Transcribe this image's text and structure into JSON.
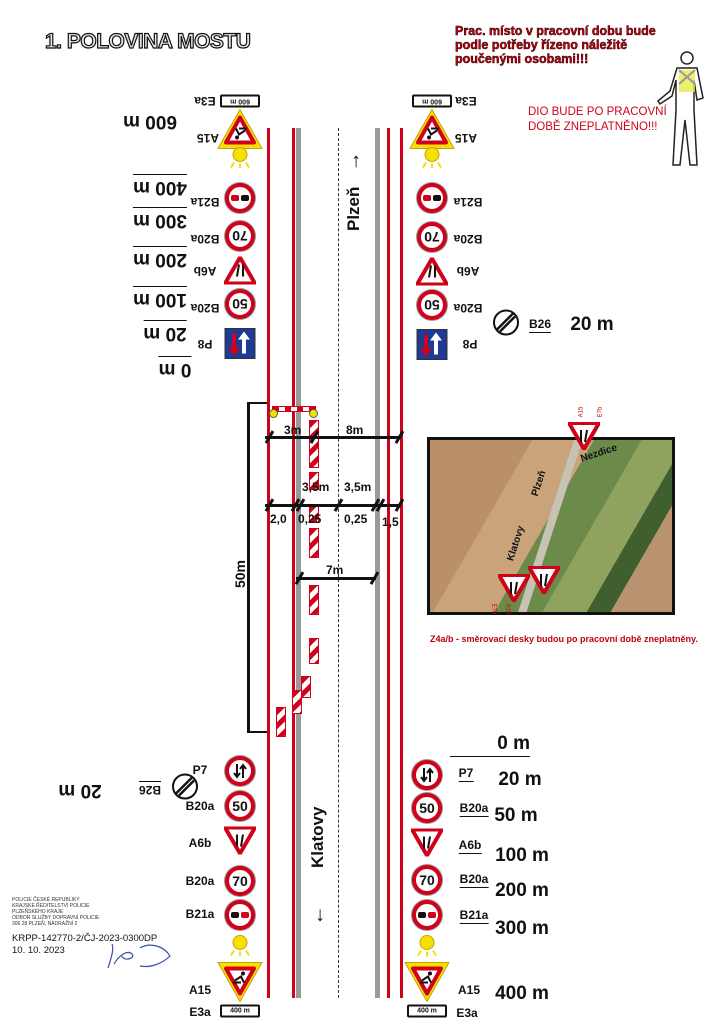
{
  "title": "1. POLOVINA MOSTU",
  "notice_red": "Prac. místo v pracovní dobu bude podle potřeby řízeno náležitě poučenými osobami!!!",
  "notice_dio": [
    "DIO BUDE PO PRACOVNÍ",
    "DOBĚ ZNEPLATNĚNO!!!"
  ],
  "top_left": {
    "e3a": {
      "code": "E3a",
      "value": "600 m"
    },
    "a15": {
      "code": "A15",
      "distance": "600 m"
    },
    "signs": [
      {
        "code": "B21a",
        "distance": "400 m"
      },
      {
        "code": "B20a",
        "speed": "70",
        "distance": "300 m"
      },
      {
        "code": "A6b",
        "distance": "200 m"
      },
      {
        "code": "B20a",
        "speed": "50",
        "distance": "100 m"
      },
      {
        "code": "P8",
        "distance": "20 m"
      }
    ],
    "zero": "0 m"
  },
  "top_right": {
    "e3a": {
      "code": "E3a",
      "value": "600 m"
    },
    "a15": {
      "code": "A15"
    },
    "signs": [
      {
        "code": "B21a"
      },
      {
        "code": "B20a",
        "speed": "70"
      },
      {
        "code": "A6b"
      },
      {
        "code": "B20a",
        "speed": "50"
      },
      {
        "code": "P8"
      }
    ],
    "b26": {
      "code": "B26",
      "distance": "20 m"
    }
  },
  "road": {
    "direction_up": "Plzeň",
    "direction_down": "Klatovy",
    "arrow_up": "→",
    "arrow_down": "←"
  },
  "dimensions": {
    "length": "50m",
    "d1": "3m",
    "d2": "8m",
    "d3": "3,5m",
    "d4": "3,5m",
    "d5": "2,0",
    "d6": "0,25",
    "d7": "0,25",
    "d8": "1,5",
    "d9": "7m"
  },
  "map": {
    "labels": [
      "Plzeň",
      "Klatovy",
      "Nezdice"
    ],
    "sign_labels": [
      "A15",
      "E7b",
      "A15",
      "E7b"
    ],
    "caption": "Z4a/b - směrovací desky budou po pracovní době zneplatněny."
  },
  "bottom_left": {
    "b26": {
      "code": "B26",
      "distance": "20 m"
    },
    "signs": [
      {
        "code": "P7"
      },
      {
        "code": "B20a",
        "speed": "50"
      },
      {
        "code": "A6b"
      },
      {
        "code": "B20a",
        "speed": "70"
      },
      {
        "code": "B21a"
      }
    ],
    "a15": {
      "code": "A15"
    },
    "e3a": {
      "code": "E3a",
      "value": "400 m"
    }
  },
  "bottom_right": {
    "zero": "0 m",
    "signs": [
      {
        "code": "P7",
        "distance": "20 m"
      },
      {
        "code": "B20a",
        "speed": "50",
        "distance": "50 m"
      },
      {
        "code": "A6b",
        "distance": "100 m"
      },
      {
        "code": "B20a",
        "speed": "70",
        "distance": "200 m"
      },
      {
        "code": "B21a",
        "distance": "300 m"
      }
    ],
    "a15": {
      "code": "A15",
      "distance": "400 m"
    },
    "e3a": {
      "code": "E3a",
      "value": "400 m"
    }
  },
  "stamp": [
    "POLICIE ČESKÉ REPUBLIKY",
    "KRAJSKÉ ŘEDITELSTVÍ POLICIE",
    "PLZEŇSKÉHO KRAJE",
    "ODBOR SLUŽBY DOPRAVNÍ POLICIE",
    "306 28 PLZEŇ, NÁDRAŽNÍ 2"
  ],
  "reference": "KRPP-142770-2/ČJ-2023-0300DP",
  "date": "10. 10. 2023",
  "colors": {
    "red": "#d0021b",
    "blue": "#1f3a93",
    "yellow": "#f5e100"
  }
}
